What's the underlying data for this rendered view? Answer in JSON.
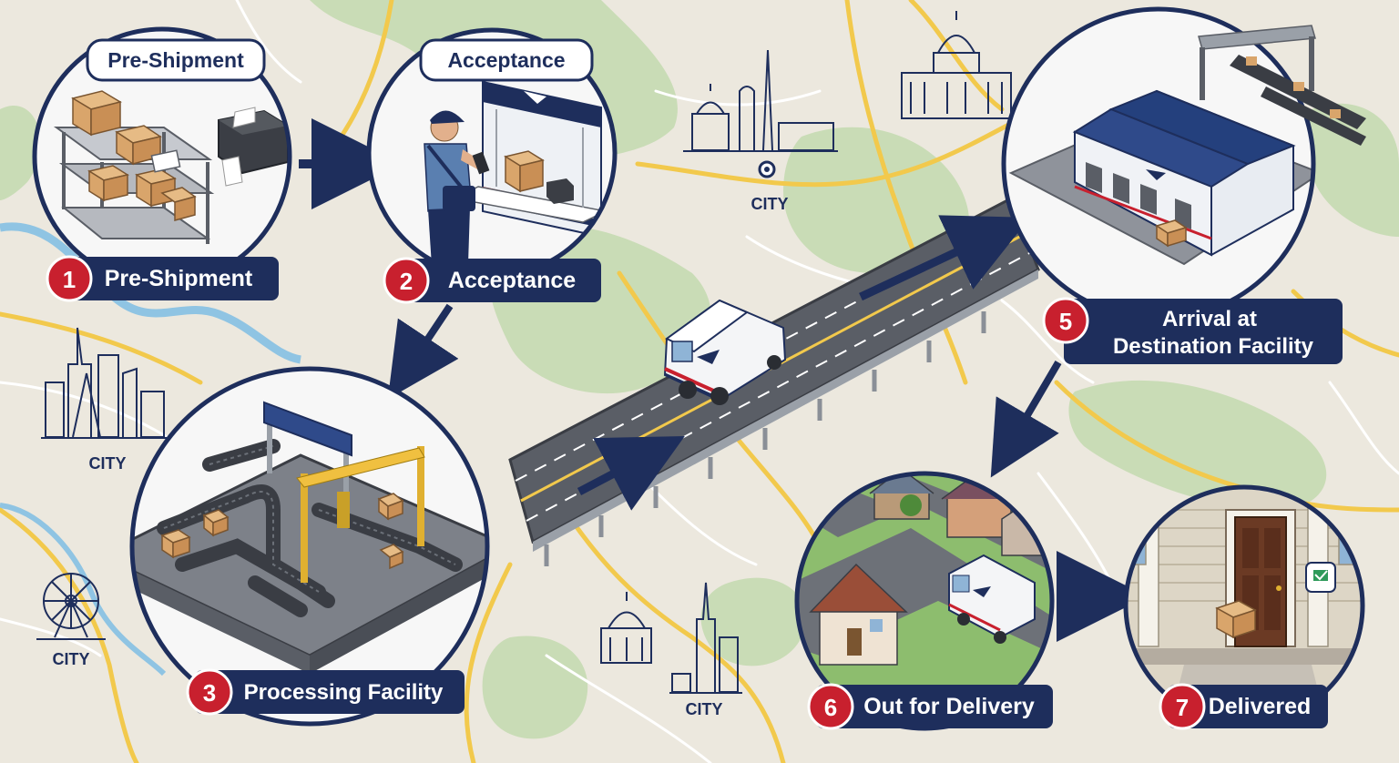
{
  "steps": [
    {
      "number": "1",
      "label": "Pre-Shipment",
      "top_tag": "Pre-Shipment"
    },
    {
      "number": "2",
      "label": "Acceptance",
      "top_tag": "Acceptance"
    },
    {
      "number": "3",
      "label": "Processing Facility"
    },
    {
      "number": "5",
      "label_line1": "Arrival at",
      "label_line2": "Destination Facility"
    },
    {
      "number": "6",
      "label": "Out for Delivery"
    },
    {
      "number": "7",
      "label": "Delivered"
    }
  ],
  "cities": [
    "CITY",
    "CITY",
    "CITY",
    "CITY"
  ],
  "colors": {
    "navy": "#1e2e5c",
    "red": "#c8202e",
    "map_bg": "#ece8de",
    "park": "#c9dcb6",
    "road": "#f2c94c",
    "river": "#8fc4e3"
  }
}
